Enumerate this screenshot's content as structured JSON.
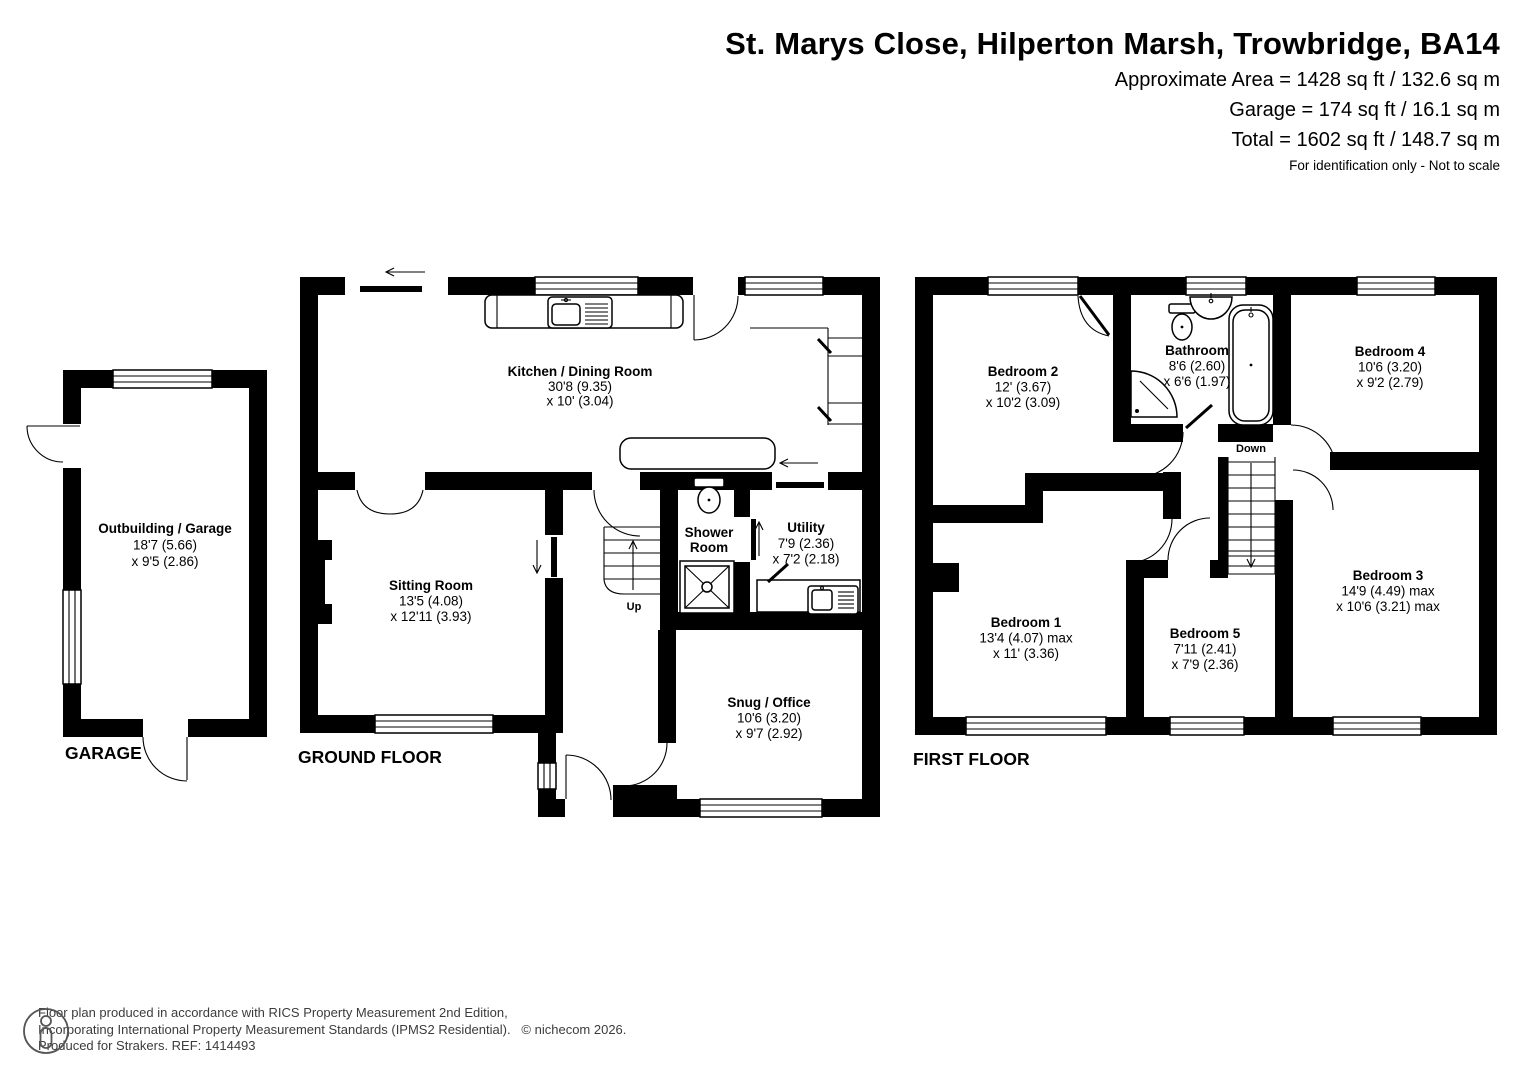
{
  "header": {
    "title": "St. Marys Close, Hilperton Marsh, Trowbridge, BA14",
    "area_line1": "Approximate Area = 1428 sq ft / 132.6 sq m",
    "area_line2": "Garage = 174 sq ft / 16.1 sq m",
    "area_line3": "Total = 1602 sq ft / 148.7 sq m",
    "disclaimer": "For identification only - Not to scale"
  },
  "floor_labels": {
    "garage": "GARAGE",
    "ground": "GROUND FLOOR",
    "first": "FIRST FLOOR"
  },
  "rooms": {
    "outbuilding": {
      "name": "Outbuilding / Garage",
      "d1": "18'7 (5.66)",
      "d2": "x 9'5 (2.86)"
    },
    "kitchen": {
      "name": "Kitchen / Dining Room",
      "d1": "30'8 (9.35)",
      "d2": "x 10' (3.04)"
    },
    "sitting": {
      "name": "Sitting Room",
      "d1": "13'5 (4.08)",
      "d2": "x 12'11 (3.93)"
    },
    "shower": {
      "name1": "Shower",
      "name2": "Room"
    },
    "utility": {
      "name": "Utility",
      "d1": "7'9 (2.36)",
      "d2": "x 7'2 (2.18)"
    },
    "snug": {
      "name": "Snug / Office",
      "d1": "10'6 (3.20)",
      "d2": "x 9'7 (2.92)"
    },
    "bedroom1": {
      "name": "Bedroom 1",
      "d1": "13'4 (4.07) max",
      "d2": "x 11' (3.36)"
    },
    "bedroom2": {
      "name": "Bedroom 2",
      "d1": "12' (3.67)",
      "d2": "x 10'2 (3.09)"
    },
    "bedroom3": {
      "name": "Bedroom 3",
      "d1": "14'9 (4.49) max",
      "d2": "x 10'6 (3.21)  max"
    },
    "bedroom4": {
      "name": "Bedroom 4",
      "d1": "10'6 (3.20)",
      "d2": "x 9'2 (2.79)"
    },
    "bedroom5": {
      "name": "Bedroom 5",
      "d1": "7'11 (2.41)",
      "d2": "x 7'9 (2.36)"
    },
    "bathroom": {
      "name": "Bathroom",
      "d1": "8'6 (2.60)",
      "d2": "x 6'6 (1.97)"
    }
  },
  "stairs": {
    "up": "Up",
    "down": "Down"
  },
  "footer": {
    "line1": "Floor plan produced in accordance with RICS Property Measurement 2nd Edition,",
    "line2": "Incorporating International Property Measurement Standards (IPMS2 Residential).",
    "copyright": "© nichecom 2026.",
    "line3": "Produced for Strakers.   REF: 1414493"
  }
}
